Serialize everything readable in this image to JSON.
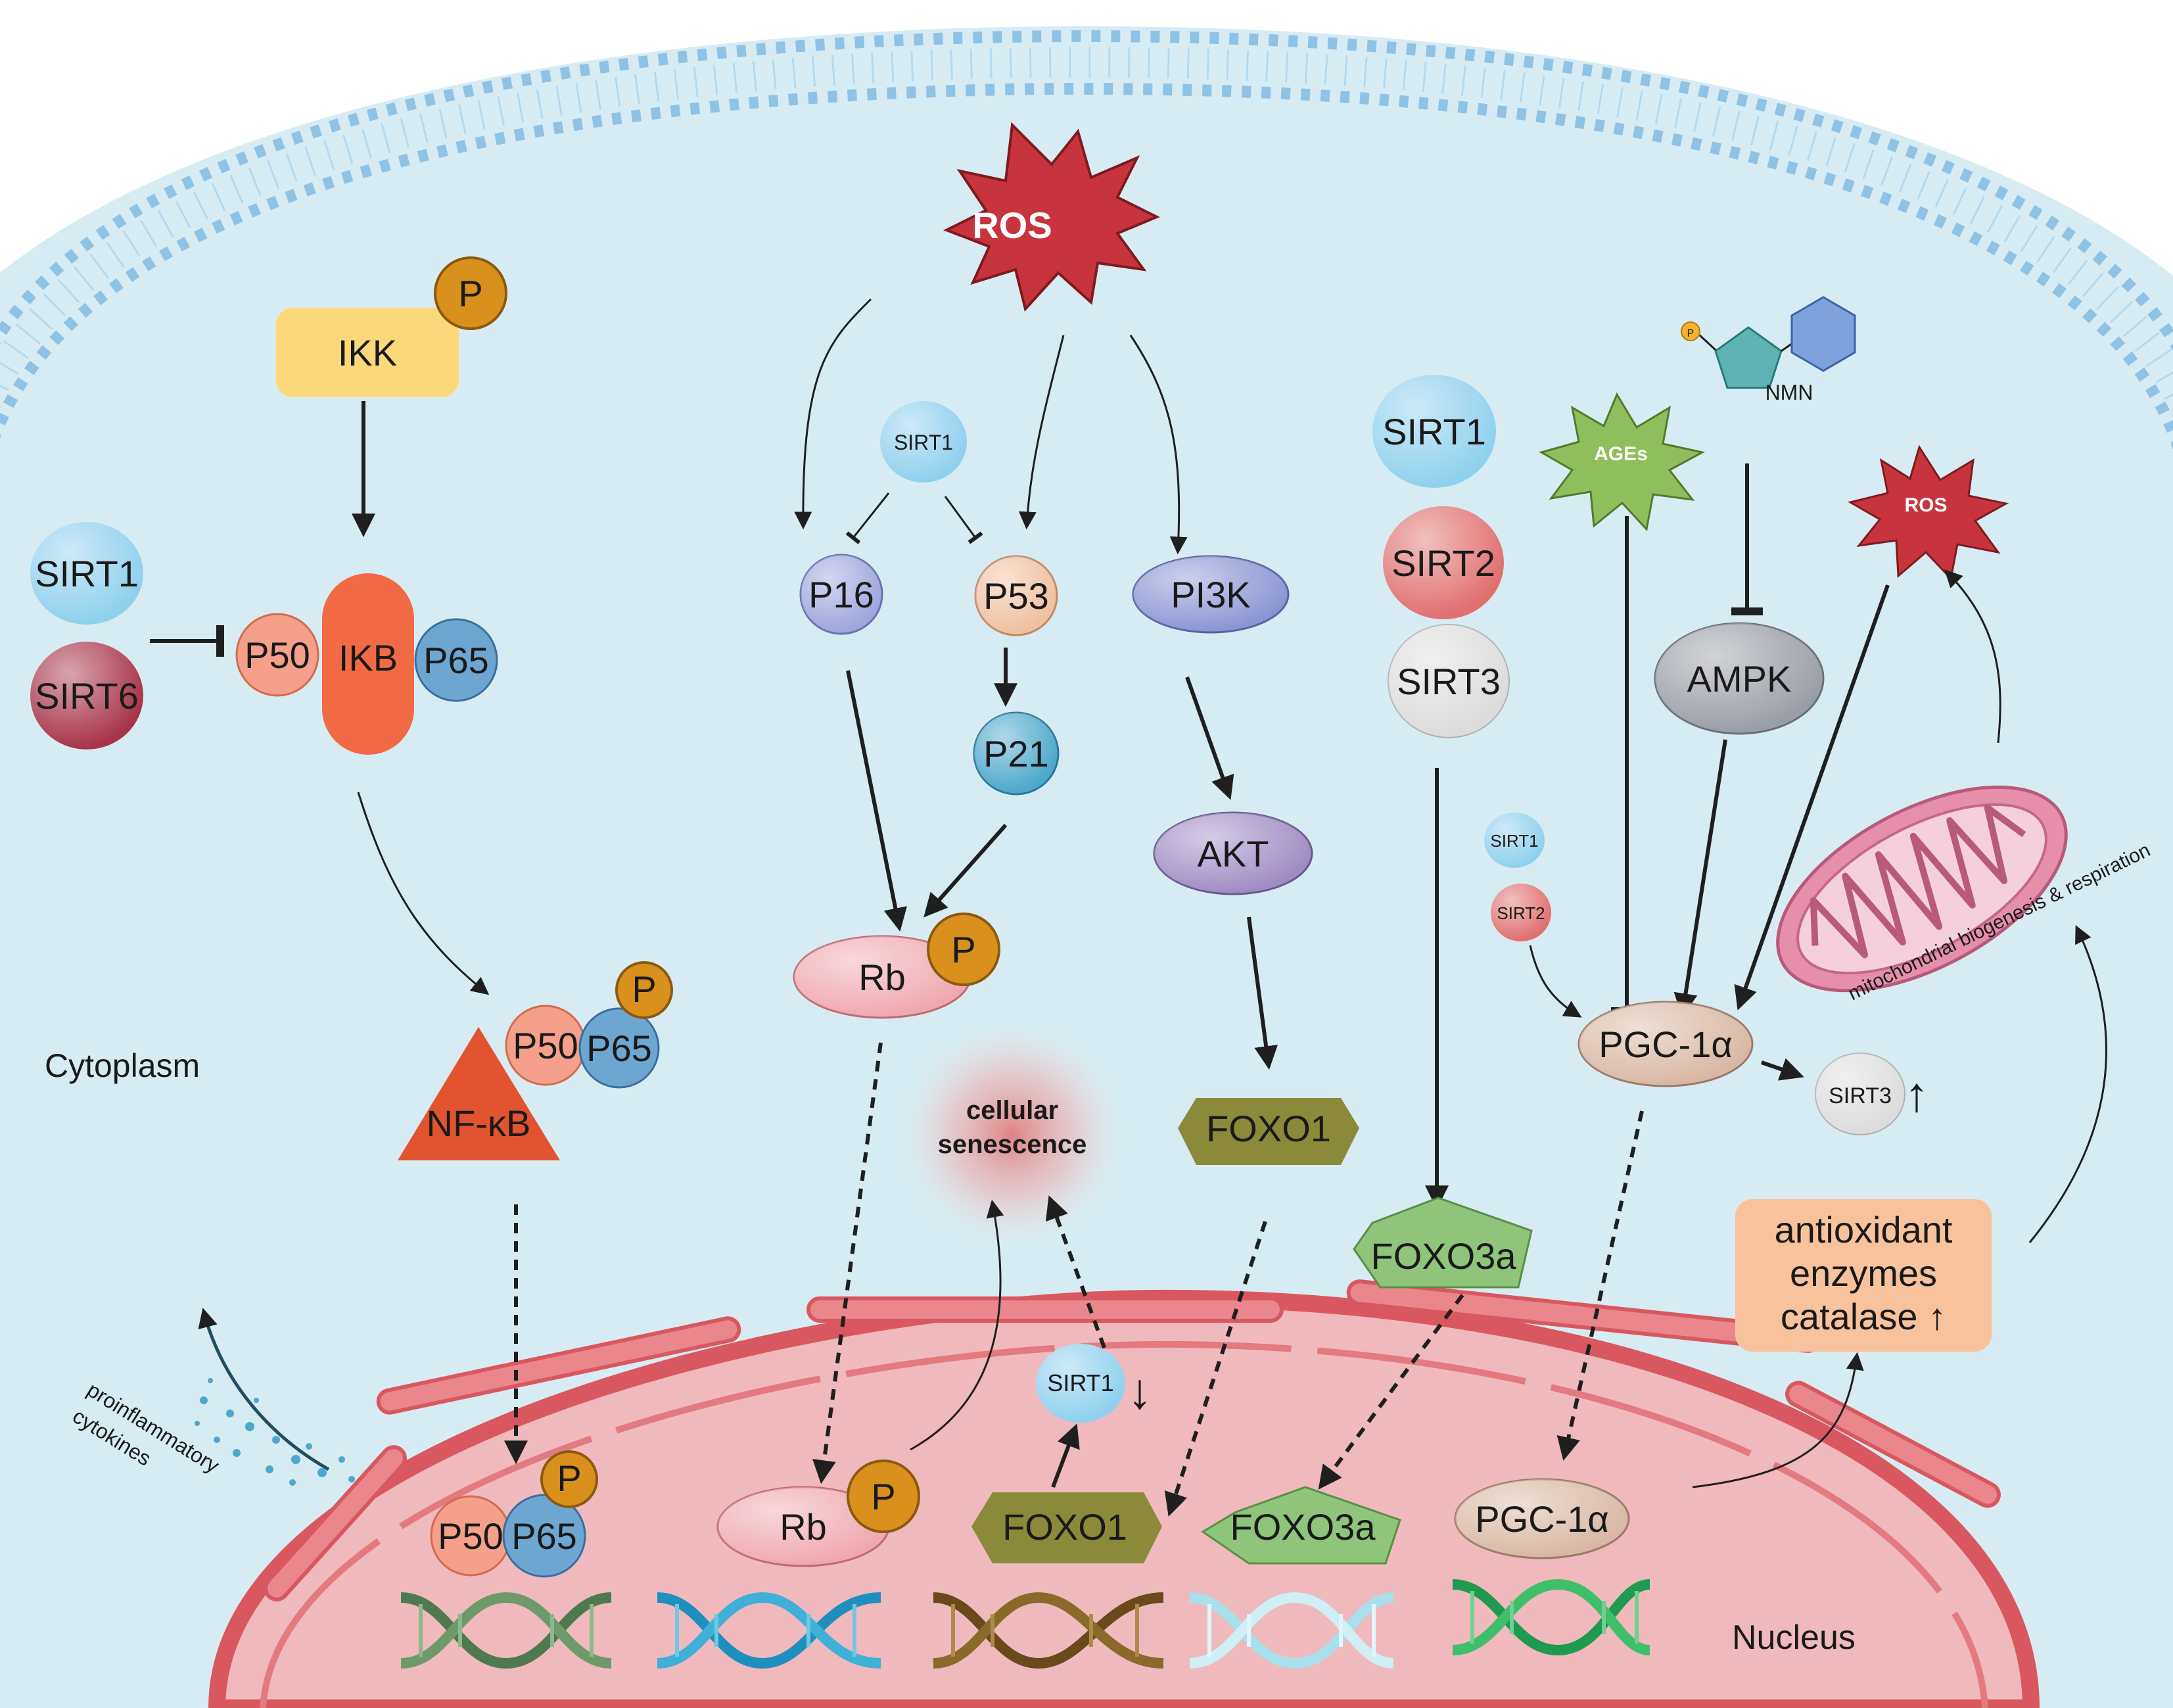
{
  "compartments": {
    "cytoplasm": "Cytoplasm",
    "nucleus": "Nucleus"
  },
  "nodes": {
    "ros_top": "ROS",
    "ros_right": "ROS",
    "ikk": "IKK",
    "p_ikk": "P",
    "sirt1_left": "SIRT1",
    "sirt6": "SIRT6",
    "p50_ikb": "P50",
    "ikb": "IKB",
    "p65_ikb": "P65",
    "nfkb": "NF-κB",
    "p50_cyto": "P50",
    "p65_cyto": "P65",
    "p_nfkb": "P",
    "sirt1_mid": "SIRT1",
    "p16": "P16",
    "p53": "P53",
    "p21": "P21",
    "rb_cyto": "Rb",
    "p_rb_cyto": "P",
    "pi3k": "PI3K",
    "akt": "AKT",
    "foxo1_cyto": "FOXO1",
    "sirt1_col": "SIRT1",
    "sirt2_col": "SIRT2",
    "sirt3_col": "SIRT3",
    "foxo3a_cyto": "FOXO3a",
    "ages": "AGEs",
    "nmn": "NMN",
    "p_nmn": "P",
    "ampk": "AMPK",
    "sirt1_small": "SIRT1",
    "sirt2_small": "SIRT2",
    "pgc_cyto": "PGC-1α",
    "sirt3_small": "SIRT3",
    "sirt3_up": "↑",
    "cellular": "cellular",
    "senescence": "senescence",
    "antiox_line1": "antioxidant",
    "antiox_line2": "enzymes",
    "antiox_line3": "catalase ↑",
    "mito_label": "mitochondrial biogenesis & respiration",
    "cyto_line1": "proinflammatory",
    "cyto_line2": "cytokines",
    "p50_nuc": "P50",
    "p65_nuc": "P65",
    "p_nuc": "P",
    "rb_nuc": "Rb",
    "p_rb_nuc": "P",
    "foxo1_nuc": "FOXO1",
    "sirt1_nuc": "SIRT1",
    "sirt1_down": "↓",
    "foxo3a_nuc": "FOXO3a",
    "pgc_nuc": "PGC-1α"
  },
  "colors": {
    "cell_bg": "#d7ecf2",
    "membrane": "#8fc3e6",
    "nucleus_fill": "#f0b9bd",
    "nucleus_edge": "#d9585f",
    "ros": "#c8343d",
    "ikk": "#fbd97a",
    "phospho": "#d9901c",
    "sirt1": "#8fd0ee",
    "sirt2": "#e07070",
    "sirt3": "#dcdcdc",
    "sirt6": "#a8344a",
    "ikb": "#f26a45",
    "p50": "#f4a08a",
    "p65": "#6ea6d2",
    "nfkb": "#e2532f",
    "p16": "#9ea6dc",
    "p53": "#f0c0a0",
    "p21": "#4ca8cc",
    "rb": "#f0a8b0",
    "pi3k": "#8c95d4",
    "akt": "#a08cc4",
    "foxo1": "#8a8a3a",
    "foxo3a": "#8ec57a",
    "ages": "#8fbf5c",
    "ampk": "#9a9ea6",
    "pgc": "#d8b8a4",
    "antiox": "#f8c39c",
    "mito": "#e58fab"
  }
}
